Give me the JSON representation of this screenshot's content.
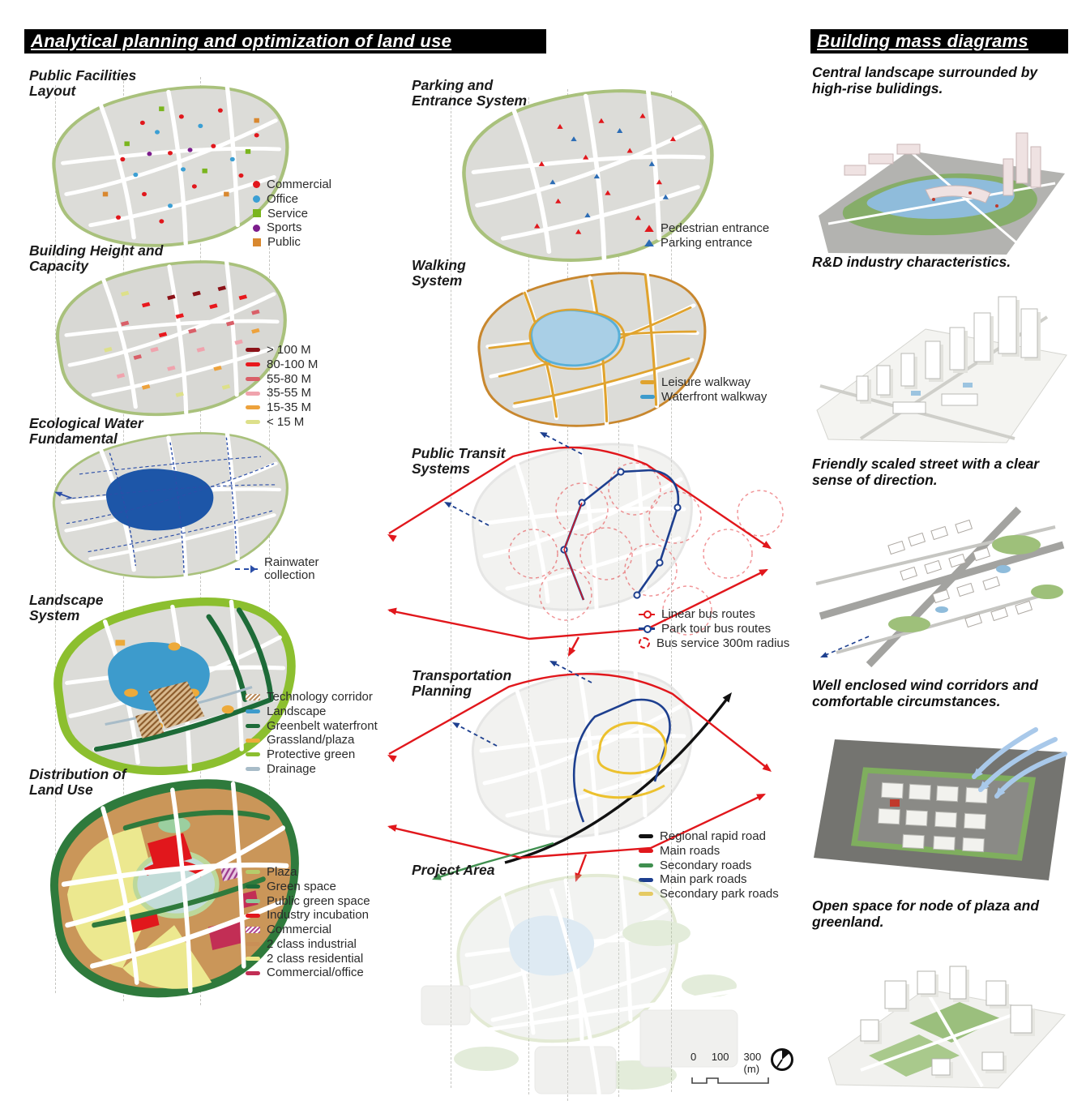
{
  "headers": {
    "left": "Analytical planning and optimization of land use",
    "right": "Building mass diagrams"
  },
  "left_sections": [
    {
      "title": "Public Facilities Layout",
      "legend": [
        {
          "label": "Commercial",
          "color": "#e1171c",
          "marker": "circle"
        },
        {
          "label": "Office",
          "color": "#3b9fd4",
          "marker": "circle"
        },
        {
          "label": "Service",
          "color": "#7ab51d",
          "marker": "square"
        },
        {
          "label": "Sports",
          "color": "#7c1d8c",
          "marker": "circle"
        },
        {
          "label": "Public",
          "color": "#d9882f",
          "marker": "square"
        }
      ]
    },
    {
      "title": "Building Height and Capacity",
      "legend": [
        {
          "label": "> 100 M",
          "color": "#8c1218",
          "marker": "line"
        },
        {
          "label": "80-100 M",
          "color": "#e8181d",
          "marker": "line"
        },
        {
          "label": "55-80 M",
          "color": "#d95f68",
          "marker": "line"
        },
        {
          "label": "35-55 M",
          "color": "#f0a3ad",
          "marker": "line"
        },
        {
          "label": "15-35 M",
          "color": "#eda23c",
          "marker": "line"
        },
        {
          "label": "< 15 M",
          "color": "#dde08a",
          "marker": "line"
        }
      ]
    },
    {
      "title": "Ecological Water Fundamental",
      "legend": [
        {
          "label": "Rainwater collection",
          "color": "#2b4ea8",
          "marker": "dashed-arrow"
        }
      ]
    },
    {
      "title": "Landscape System",
      "legend": [
        {
          "label": "Technology corridor",
          "color": "#b98a5a",
          "marker": "hatch"
        },
        {
          "label": "Landscape",
          "color": "#3d9bcc",
          "marker": "line"
        },
        {
          "label": "Greenbelt waterfront",
          "color": "#1d6b38",
          "marker": "line"
        },
        {
          "label": "Grassland/plaza",
          "color": "#edaa3a",
          "marker": "line"
        },
        {
          "label": "Protective green",
          "color": "#8cbf2f",
          "marker": "line"
        },
        {
          "label": "Drainage",
          "color": "#a8bcc8",
          "marker": "line"
        }
      ]
    },
    {
      "title": "Distribution of Land Use",
      "legend": [
        {
          "label": "Plaza",
          "color": "#b5cc6b",
          "marker": "line"
        },
        {
          "label": "Green space",
          "color": "#1d6b38",
          "marker": "line"
        },
        {
          "label": "Public green space",
          "color": "#8fc79a",
          "marker": "line"
        },
        {
          "label": "Industry incubation",
          "color": "#e1171c",
          "marker": "line"
        },
        {
          "label": "Commercial",
          "color": "#b04a98",
          "marker": "hatch"
        },
        {
          "label": "2 class industrial",
          "color": "#c98f56",
          "marker": "line"
        },
        {
          "label": "2 class residential",
          "color": "#ede98a",
          "marker": "line"
        },
        {
          "label": "Commercial/office",
          "color": "#c22e55",
          "marker": "line"
        }
      ]
    }
  ],
  "middle_sections": [
    {
      "title": "Parking and Entrance System",
      "legend": [
        {
          "label": "Pedestrian entrance",
          "color": "#e1171c",
          "marker": "triangle"
        },
        {
          "label": "Parking entrance",
          "color": "#2b6cb5",
          "marker": "triangle"
        }
      ]
    },
    {
      "title": "Walking System",
      "legend": [
        {
          "label": "Leisure walkway",
          "color": "#e0a32e",
          "marker": "line"
        },
        {
          "label": "Waterfront walkway",
          "color": "#3d9bcc",
          "marker": "line"
        }
      ]
    },
    {
      "title": "Public Transit Systems",
      "legend": [
        {
          "label": "Linear bus routes",
          "color": "#e1171c",
          "marker": "line-circle"
        },
        {
          "label": "Park tour bus routes",
          "color": "#1d3f8f",
          "marker": "line-circle"
        },
        {
          "label": "Bus service 300m radius",
          "color": "#e1171c",
          "marker": "dashed-circle"
        }
      ]
    },
    {
      "title": "Transportation Planning",
      "legend": [
        {
          "label": "Regional rapid road",
          "color": "#111111",
          "marker": "line"
        },
        {
          "label": "Main roads",
          "color": "#e1171c",
          "marker": "line"
        },
        {
          "label": "Secondary roads",
          "color": "#3f8f4f",
          "marker": "line"
        },
        {
          "label": "Main park roads",
          "color": "#1d3f8f",
          "marker": "line"
        },
        {
          "label": "Secondary park roads",
          "color": "#ecc12e",
          "marker": "line"
        }
      ]
    },
    {
      "title": "Project Area",
      "legend": []
    }
  ],
  "right_sections": [
    {
      "caption": "Central landscape surrounded by high-rise bulidings."
    },
    {
      "caption": "R&D industry characteristics."
    },
    {
      "caption": "Friendly scaled street with a clear sense of direction."
    },
    {
      "caption": "Well enclosed wind corridors and comfortable circumstances."
    },
    {
      "caption": "Open space for node of plaza and greenland."
    }
  ],
  "scale_bar": {
    "labels": [
      "0",
      "100",
      "300 (m)"
    ]
  }
}
